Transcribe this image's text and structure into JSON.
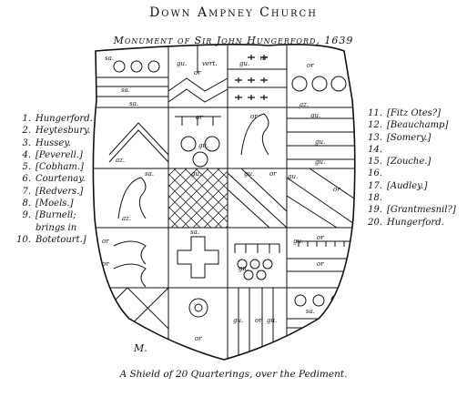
{
  "header": {
    "title": "Down Ampney Church",
    "subtitle": "Monument of Sir John Hungerford, 1639"
  },
  "caption": "A Shield of 20 Quarterings, over the Pediment.",
  "signature": "M.",
  "legend_left": [
    {
      "num": "1.",
      "name": "Hungerford."
    },
    {
      "num": "2.",
      "name": "Heytesbury."
    },
    {
      "num": "3.",
      "name": "Hussey."
    },
    {
      "num": "4.",
      "name": "[Peverell.]"
    },
    {
      "num": "5.",
      "name": "[Cobham.]"
    },
    {
      "num": "6.",
      "name": "Courtenay."
    },
    {
      "num": "7.",
      "name": "[Redvers.]"
    },
    {
      "num": "8.",
      "name": "[Moels.]"
    },
    {
      "num": "9.",
      "name": "[Burnell;"
    },
    {
      "num": "",
      "name": "brings in"
    },
    {
      "num": "10.",
      "name": "Botetourt.]"
    }
  ],
  "legend_right": [
    {
      "num": "11.",
      "name": "[Fitz Otes?]"
    },
    {
      "num": "12.",
      "name": "[Beauchamp]"
    },
    {
      "num": "13.",
      "name": "[Somery.]"
    },
    {
      "num": "14.",
      "name": ""
    },
    {
      "num": "15.",
      "name": "[Zouche.]"
    },
    {
      "num": "16.",
      "name": ""
    },
    {
      "num": "17.",
      "name": "[Audley.]"
    },
    {
      "num": "18.",
      "name": ""
    },
    {
      "num": "19.",
      "name": "[Grantmesnil?]"
    },
    {
      "num": "20.",
      "name": "Hungerford."
    }
  ],
  "tinctures": {
    "sa": "sa.",
    "gu": "gu.",
    "vert": "vert.",
    "or": "or",
    "az": "az."
  }
}
